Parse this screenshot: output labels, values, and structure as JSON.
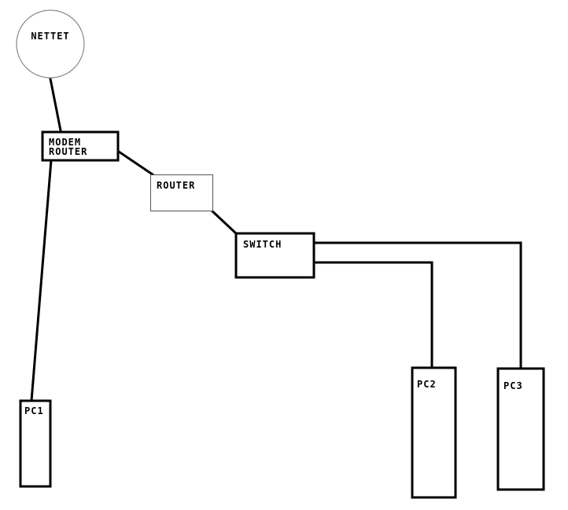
{
  "diagram": {
    "nodes": {
      "internet": {
        "label": "NETTET"
      },
      "modem_router": {
        "label_line1": "MODEM",
        "label_line2": "ROUTER"
      },
      "router": {
        "label": "ROUTER"
      },
      "switch": {
        "label": "SWITCH"
      },
      "pc1": {
        "label": "PC1"
      },
      "pc2": {
        "label": "PC2"
      },
      "pc3": {
        "label": "PC3"
      }
    },
    "colors": {
      "line": "#000000",
      "background": "#ffffff",
      "router_border": "#555555"
    }
  }
}
